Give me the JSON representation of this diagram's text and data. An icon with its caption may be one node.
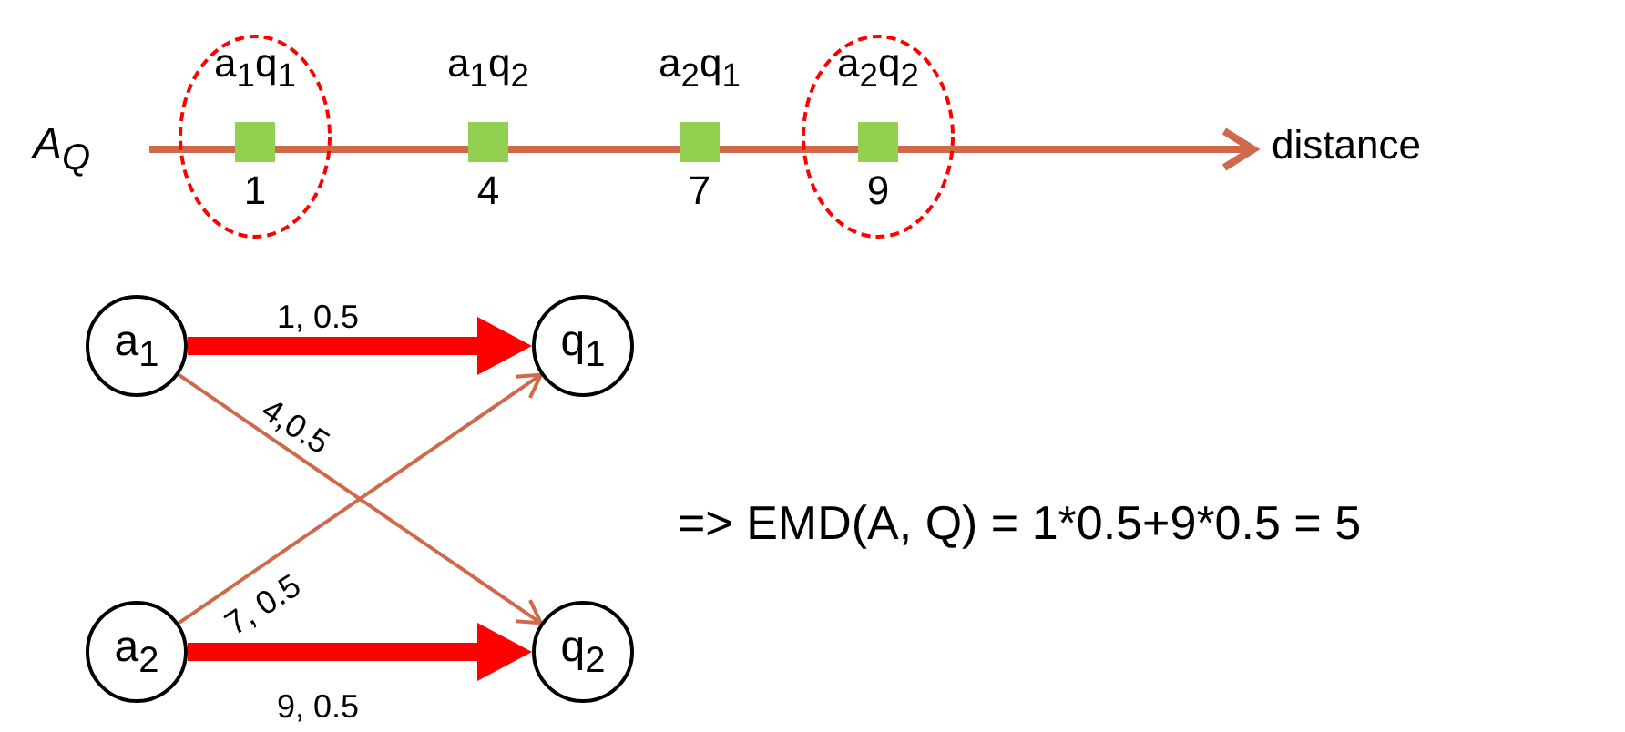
{
  "diagram": {
    "nodes": [
      {
        "text": [],
        "shape": "ellipse"
      },
      {
        "text": [
          "a$_{1}$q$_{1}$"
        ],
        "beside": [
          "1"
        ],
        "in": 0
      },
      {
        "text": [
          "a$_{1}$q$_{2}$"
        ],
        "beside": [
          "4"
        ]
      },
      {
        "text": [
          "a$_{2}$q$_{1}$"
        ],
        "beside": [
          "7"
        ]
      },
      {
        "text": [],
        "shape": "ellipse"
      },
      {
        "text": [
          "a$_{2}$q$_{2}$"
        ],
        "beside": [
          "9"
        ],
        "in": 4
      },
      {
        "text": [
          "a$_{1}$"
        ]
      },
      {
        "text": [
          "q$_{1}$"
        ]
      },
      {
        "text": [
          "a$_{2}$"
        ]
      },
      {
        "text": [
          "q$_{2}$"
        ]
      }
    ],
    "edges": [
      {
        "from": 6,
        "to": 7,
        "arrow": "to",
        "label": "1, 0.5",
        "style": "thick",
        "color": "#ff0000"
      },
      {
        "from": 6,
        "to": 9,
        "arrow": "to",
        "label": "4,0.5",
        "color": "#d0694a"
      },
      {
        "from": 8,
        "to": 7,
        "arrow": "to",
        "label": "7, 0.5",
        "color": "#d0694a"
      },
      {
        "from": 8,
        "to": 9,
        "arrow": "to",
        "label": "9, 0.5",
        "style": "thick",
        "color": "#ff0000"
      }
    ],
    "labels": [
      "A$_{Q}$",
      "distance",
      "=>  EMD(A, Q) = 1*0.5+9*0.5 = 5"
    ]
  }
}
